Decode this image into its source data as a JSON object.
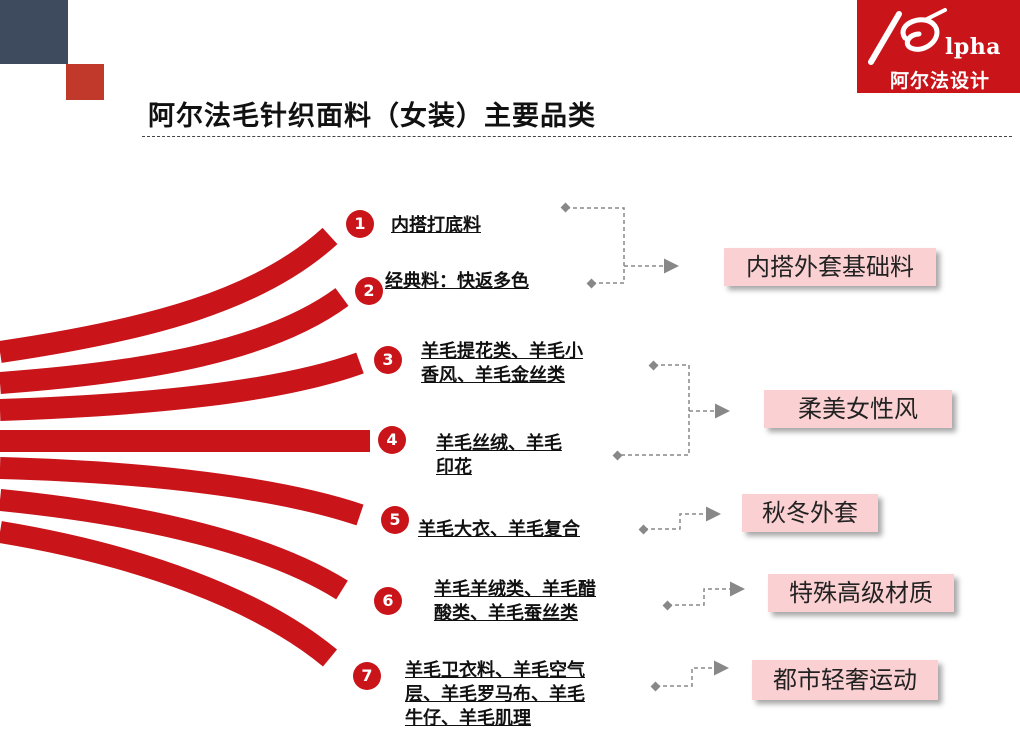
{
  "logo": {
    "mark_text": "lpha",
    "cn_text": "阿尔法设计"
  },
  "title": "阿尔法毛针织面料（女装）主要品类",
  "items": [
    {
      "num": "1",
      "lines": [
        "内搭打底料"
      ]
    },
    {
      "num": "2",
      "lines": [
        "经典料：快返多色"
      ]
    },
    {
      "num": "3",
      "lines": [
        "羊毛提花类、羊毛小",
        "香风、羊毛金丝类"
      ]
    },
    {
      "num": "4",
      "lines": [
        "羊毛丝绒、羊毛",
        "印花"
      ]
    },
    {
      "num": "5",
      "lines": [
        "羊毛大衣、羊毛复合"
      ]
    },
    {
      "num": "6",
      "lines": [
        "羊毛羊绒类、羊毛醋",
        "酸类、羊毛蚕丝类"
      ]
    },
    {
      "num": "7",
      "lines": [
        "羊毛卫衣料、羊毛空气",
        "层、羊毛罗马布、羊毛",
        "牛仔、羊毛肌理"
      ]
    }
  ],
  "categories": [
    "内搭外套基础料",
    "柔美女性风",
    "秋冬外套",
    "特殊高级材质",
    "都市轻奢运动"
  ],
  "colors": {
    "accent_red": "#c9141a",
    "navy": "#3e4a5e",
    "category_fill": "#fbd0d2"
  }
}
